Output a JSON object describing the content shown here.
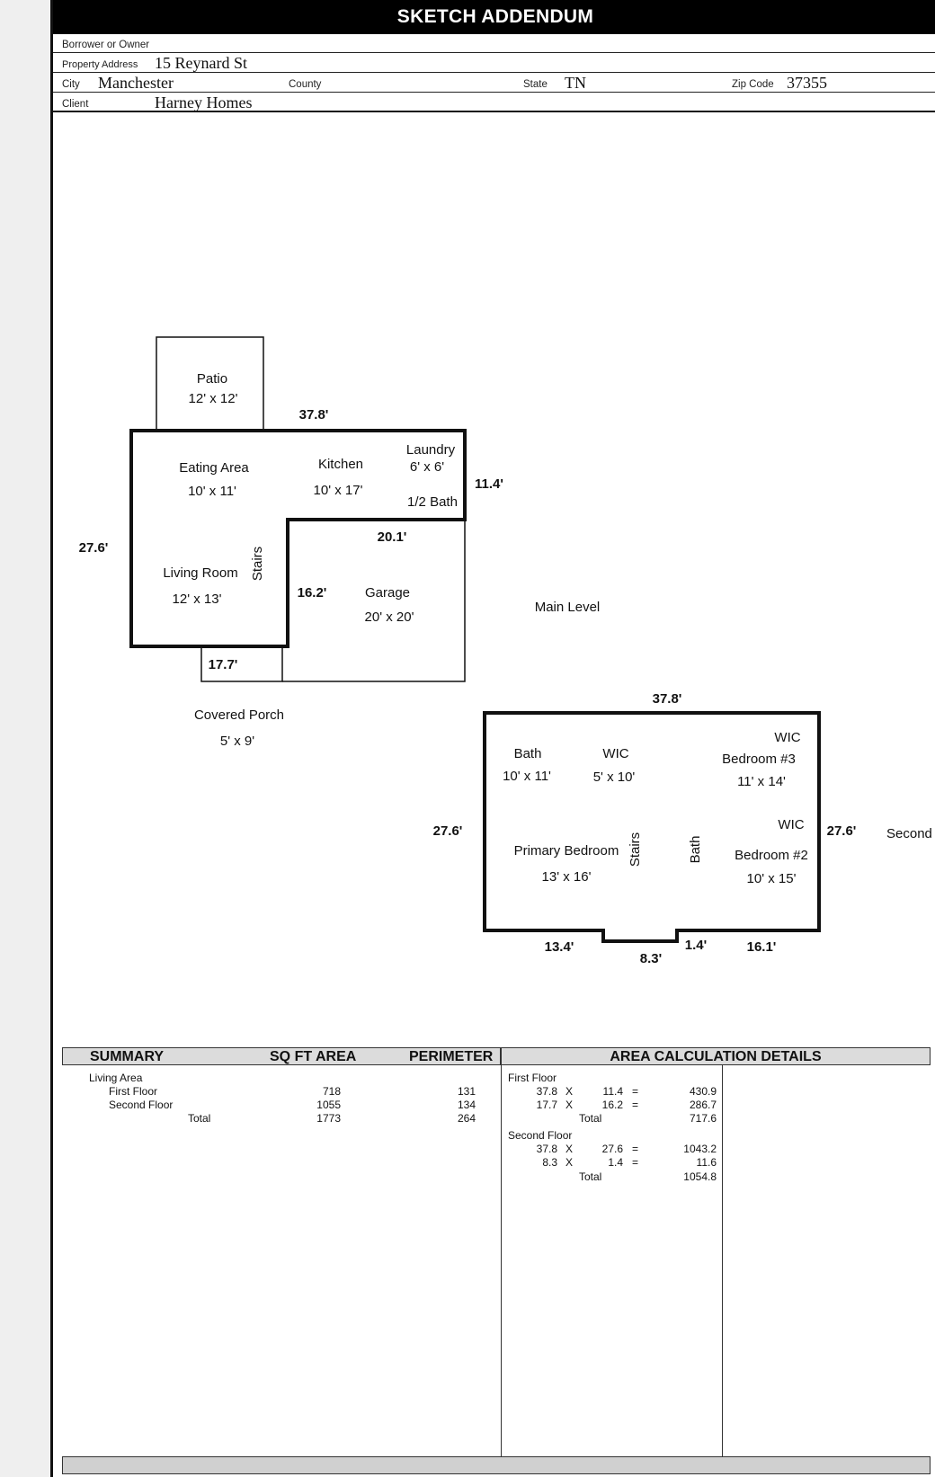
{
  "title": "SKETCH ADDENDUM",
  "header": {
    "borrower_label": "Borrower or Owner",
    "borrower_value": "",
    "property_address_label": "Property Address",
    "property_address_value": "15 Reynard St",
    "city_label": "City",
    "city_value": "Manchester",
    "county_label": "County",
    "county_value": "",
    "state_label": "State",
    "state_value": "TN",
    "zip_label": "Zip Code",
    "zip_value": "37355",
    "client_label": "Client",
    "client_value": "Harney Homes"
  },
  "main_level": {
    "label": "Main Level",
    "dims": {
      "top": "37.8'",
      "right": "11.4'",
      "left": "27.6'",
      "garage_top": "20.1'",
      "garage_left": "16.2'",
      "bottom": "17.7'"
    },
    "rooms": {
      "patio_name": "Patio",
      "patio_size": "12' x 12'",
      "eating_name": "Eating Area",
      "eating_size": "10' x 11'",
      "kitchen_name": "Kitchen",
      "kitchen_size": "10' x 17'",
      "laundry_name": "Laundry",
      "laundry_size": "6' x 6'",
      "half_bath": "1/2 Bath",
      "living_name": "Living Room",
      "living_size": "12' x 13'",
      "stairs": "Stairs",
      "garage_name": "Garage",
      "garage_size": "20' x 20'",
      "porch_name": "Covered Porch",
      "porch_size": "5' x 9'"
    }
  },
  "second_level": {
    "label": "Second",
    "dims": {
      "top": "37.8'",
      "left": "27.6'",
      "right": "27.6'",
      "bottom_left": "13.4'",
      "bottom_mid": "8.3'",
      "bottom_notch": "1.4'",
      "bottom_right": "16.1'"
    },
    "rooms": {
      "bath_name": "Bath",
      "bath_size": "10' x 11'",
      "wic1_name": "WIC",
      "wic1_size": "5' x 10'",
      "wic2": "WIC",
      "bed3_name": "Bedroom #3",
      "bed3_size": "11' x 14'",
      "wic3": "WIC",
      "primary_name": "Primary Bedroom",
      "primary_size": "13' x 16'",
      "stairs": "Stairs",
      "bath2": "Bath",
      "bed2_name": "Bedroom #2",
      "bed2_size": "10' x 15'"
    }
  },
  "summary": {
    "headers": {
      "summary": "SUMMARY",
      "sqft": "SQ FT AREA",
      "perimeter": "PERIMETER",
      "details": "AREA CALCULATION DETAILS"
    },
    "living_area_label": "Living Area",
    "rows": [
      {
        "name": "First Floor",
        "sqft": "718",
        "perimeter": "131"
      },
      {
        "name": "Second Floor",
        "sqft": "1055",
        "perimeter": "134"
      },
      {
        "name": "Total",
        "sqft": "1773",
        "perimeter": "264"
      }
    ],
    "details": {
      "first_floor_label": "First Floor",
      "first_rows": [
        {
          "a": "37.8",
          "op": "X",
          "b": "11.4",
          "eq": "=",
          "r": "430.9"
        },
        {
          "a": "17.7",
          "op": "X",
          "b": "16.2",
          "eq": "=",
          "r": "286.7"
        }
      ],
      "first_total_label": "Total",
      "first_total": "717.6",
      "second_floor_label": "Second Floor",
      "second_rows": [
        {
          "a": "37.8",
          "op": "X",
          "b": "27.6",
          "eq": "=",
          "r": "1043.2"
        },
        {
          "a": "8.3",
          "op": "X",
          "b": "1.4",
          "eq": "=",
          "r": "11.6"
        }
      ],
      "second_total_label": "Total",
      "second_total": "1054.8"
    }
  }
}
